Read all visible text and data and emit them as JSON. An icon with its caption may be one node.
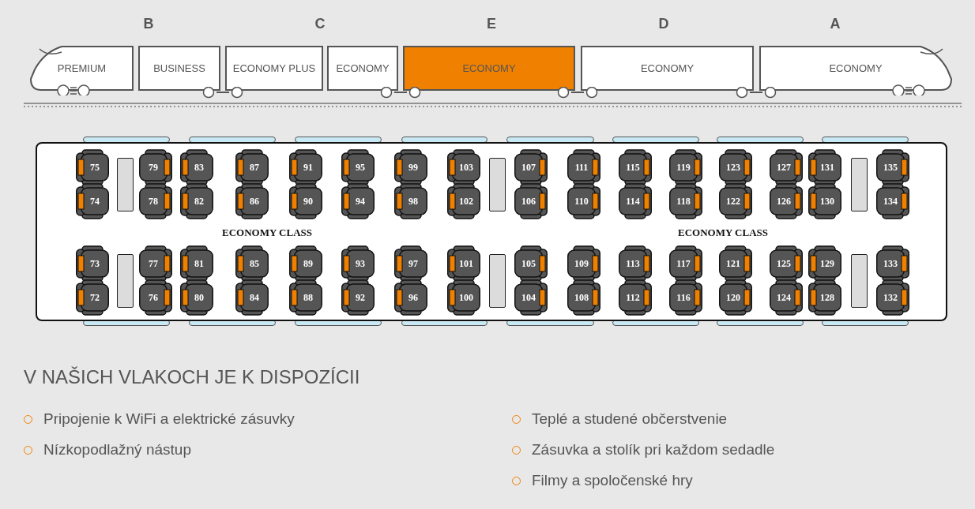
{
  "diagram": {
    "nodes": [
      {
        "text": [
          "PREMIUM"
        ]
      },
      {
        "text": [
          "BUSINESS"
        ]
      },
      {
        "text": [
          "ECONOMY PLUS"
        ]
      },
      {
        "text": [
          "ECONOMY"
        ]
      },
      {
        "text": [
          "ECONOMY"
        ]
      },
      {
        "text": [
          "ECONOMY"
        ]
      },
      {
        "text": [
          "ECONOMY"
        ]
      },
      {
        "text": [
          "ECONOMY CLASS",
          "ECONOMY CLASS"
        ]
      },
      {
        "text": [
          "75"
        ],
        "in": 7
      },
      {
        "text": [
          "79"
        ],
        "in": 7
      },
      {
        "text": [
          "83"
        ],
        "in": 7
      },
      {
        "text": [
          "87"
        ],
        "in": 7
      },
      {
        "text": [
          "91"
        ],
        "in": 7
      },
      {
        "text": [
          "95"
        ],
        "in": 7
      },
      {
        "text": [
          "99"
        ],
        "in": 7
      },
      {
        "text": [
          "103"
        ],
        "in": 7
      },
      {
        "text": [
          "107"
        ],
        "in": 7
      },
      {
        "text": [
          "111"
        ],
        "in": 7
      },
      {
        "text": [
          "115"
        ],
        "in": 7
      },
      {
        "text": [
          "119"
        ],
        "in": 7
      },
      {
        "text": [
          "123"
        ],
        "in": 7
      },
      {
        "text": [
          "127"
        ],
        "in": 7
      },
      {
        "text": [
          "131"
        ],
        "in": 7
      },
      {
        "text": [
          "135"
        ],
        "in": 7
      },
      {
        "text": [
          "74"
        ],
        "in": 7
      },
      {
        "text": [
          "78"
        ],
        "in": 7
      },
      {
        "text": [
          "82"
        ],
        "in": 7
      },
      {
        "text": [
          "86"
        ],
        "in": 7
      },
      {
        "text": [
          "90"
        ],
        "in": 7
      },
      {
        "text": [
          "94"
        ],
        "in": 7
      },
      {
        "text": [
          "98"
        ],
        "in": 7
      },
      {
        "text": [
          "102"
        ],
        "in": 7
      },
      {
        "text": [
          "106"
        ],
        "in": 7
      },
      {
        "text": [
          "110"
        ],
        "in": 7
      },
      {
        "text": [
          "114"
        ],
        "in": 7
      },
      {
        "text": [
          "118"
        ],
        "in": 7
      },
      {
        "text": [
          "122"
        ],
        "in": 7
      },
      {
        "text": [
          "126"
        ],
        "in": 7
      },
      {
        "text": [
          "130"
        ],
        "in": 7
      },
      {
        "text": [
          "134"
        ],
        "in": 7
      },
      {
        "text": [
          "73"
        ],
        "in": 7
      },
      {
        "text": [
          "77"
        ],
        "in": 7
      },
      {
        "text": [
          "81"
        ],
        "in": 7
      },
      {
        "text": [
          "85"
        ],
        "in": 7
      },
      {
        "text": [
          "89"
        ],
        "in": 7
      },
      {
        "text": [
          "93"
        ],
        "in": 7
      },
      {
        "text": [
          "97"
        ],
        "in": 7
      },
      {
        "text": [
          "101"
        ],
        "in": 7
      },
      {
        "text": [
          "105"
        ],
        "in": 7
      },
      {
        "text": [
          "109"
        ],
        "in": 7
      },
      {
        "text": [
          "113"
        ],
        "in": 7
      },
      {
        "text": [
          "117"
        ],
        "in": 7
      },
      {
        "text": [
          "121"
        ],
        "in": 7
      },
      {
        "text": [
          "125"
        ],
        "in": 7
      },
      {
        "text": [
          "129"
        ],
        "in": 7
      },
      {
        "text": [
          "133"
        ],
        "in": 7
      },
      {
        "text": [
          "72"
        ],
        "in": 7
      },
      {
        "text": [
          "76"
        ],
        "in": 7
      },
      {
        "text": [
          "80"
        ],
        "in": 7
      },
      {
        "text": [
          "84"
        ],
        "in": 7
      },
      {
        "text": [
          "88"
        ],
        "in": 7
      },
      {
        "text": [
          "92"
        ],
        "in": 7
      },
      {
        "text": [
          "96"
        ],
        "in": 7
      },
      {
        "text": [
          "100"
        ],
        "in": 7
      },
      {
        "text": [
          "104"
        ],
        "in": 7
      },
      {
        "text": [
          "108"
        ],
        "in": 7
      },
      {
        "text": [
          "112"
        ],
        "in": 7
      },
      {
        "text": [
          "116"
        ],
        "in": 7
      },
      {
        "text": [
          "120"
        ],
        "in": 7
      },
      {
        "text": [
          "124"
        ],
        "in": 7
      },
      {
        "text": [
          "128"
        ],
        "in": 7
      },
      {
        "text": [
          "132"
        ],
        "in": 7
      }
    ],
    "labels": [
      "B",
      "C",
      "E",
      "D",
      "A",
      "V NAŠICH VLAKOCH JE K DISPOZÍCII",
      "Pripojenie k WiFi a elektrické zásuvky",
      "Teplé a studené občerstvenie",
      "Nízkopodlažný nástup",
      "Zásuvka a stolík pri každom sedadle",
      "Filmy a spoločenské hry"
    ]
  }
}
